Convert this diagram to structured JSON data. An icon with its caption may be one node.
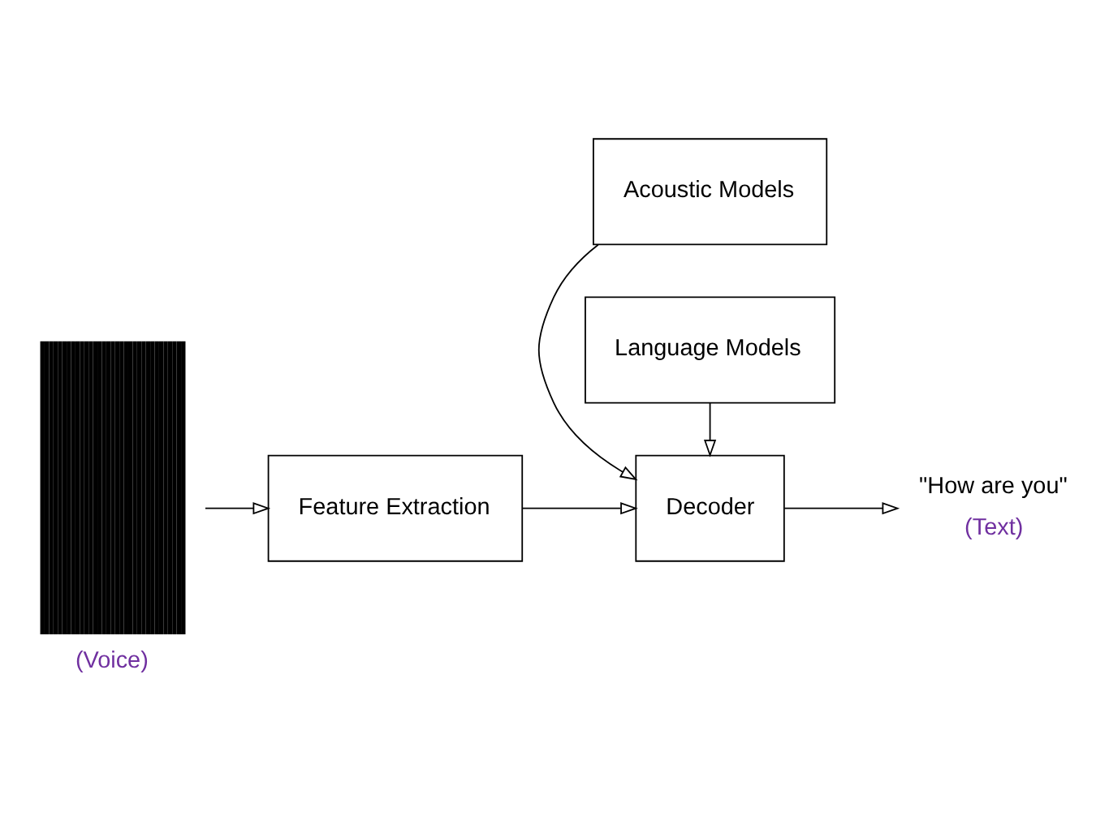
{
  "diagram": {
    "nodes": [
      {
        "text": [],
        "shape": "picture",
        "beside": [
          "(Voice)"
        ]
      },
      {
        "text": [
          "Feature Extraction"
        ]
      },
      {
        "text": [
          "Acoustic Models"
        ]
      },
      {
        "text": [
          "Decoder"
        ]
      },
      {
        "text": [
          "Language Models"
        ]
      },
      {
        "text": [
          "\"How are you\""
        ],
        "beside": [
          "(Text)"
        ]
      }
    ],
    "edges": [
      {
        "from": 0,
        "to": 1,
        "arrow": "to"
      },
      {
        "from": 1,
        "to": 3,
        "arrow": "to"
      },
      {
        "from": 2,
        "to": 3,
        "arrow": "to"
      },
      {
        "from": 4,
        "to": 3,
        "arrow": "to"
      },
      {
        "from": 3,
        "to": 5,
        "arrow": "to"
      }
    ]
  }
}
